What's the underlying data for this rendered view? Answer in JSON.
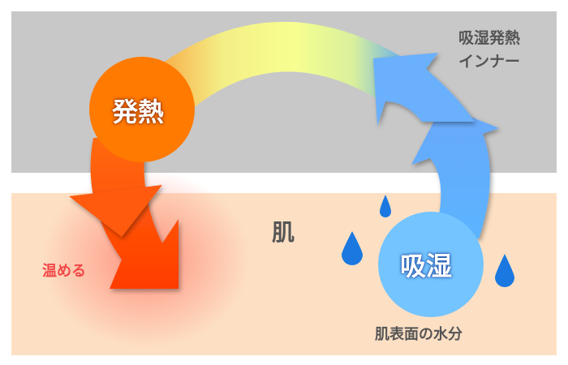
{
  "labels": {
    "inner_line1": "吸湿発熱",
    "inner_line2": "インナー",
    "skin": "肌",
    "warm": "温める",
    "skin_moisture": "肌表面の水分",
    "heat_circle": "発熱",
    "absorb_circle": "吸湿"
  },
  "colors": {
    "inner_band": "#c8c8c8",
    "skin_band": "#fde0c4",
    "heat": "#ff7a00",
    "warm_arrow": "#ff4000",
    "absorb": "#74c4ff",
    "absorb_arrow": "#66aaff",
    "drop": "#1a78e0"
  }
}
